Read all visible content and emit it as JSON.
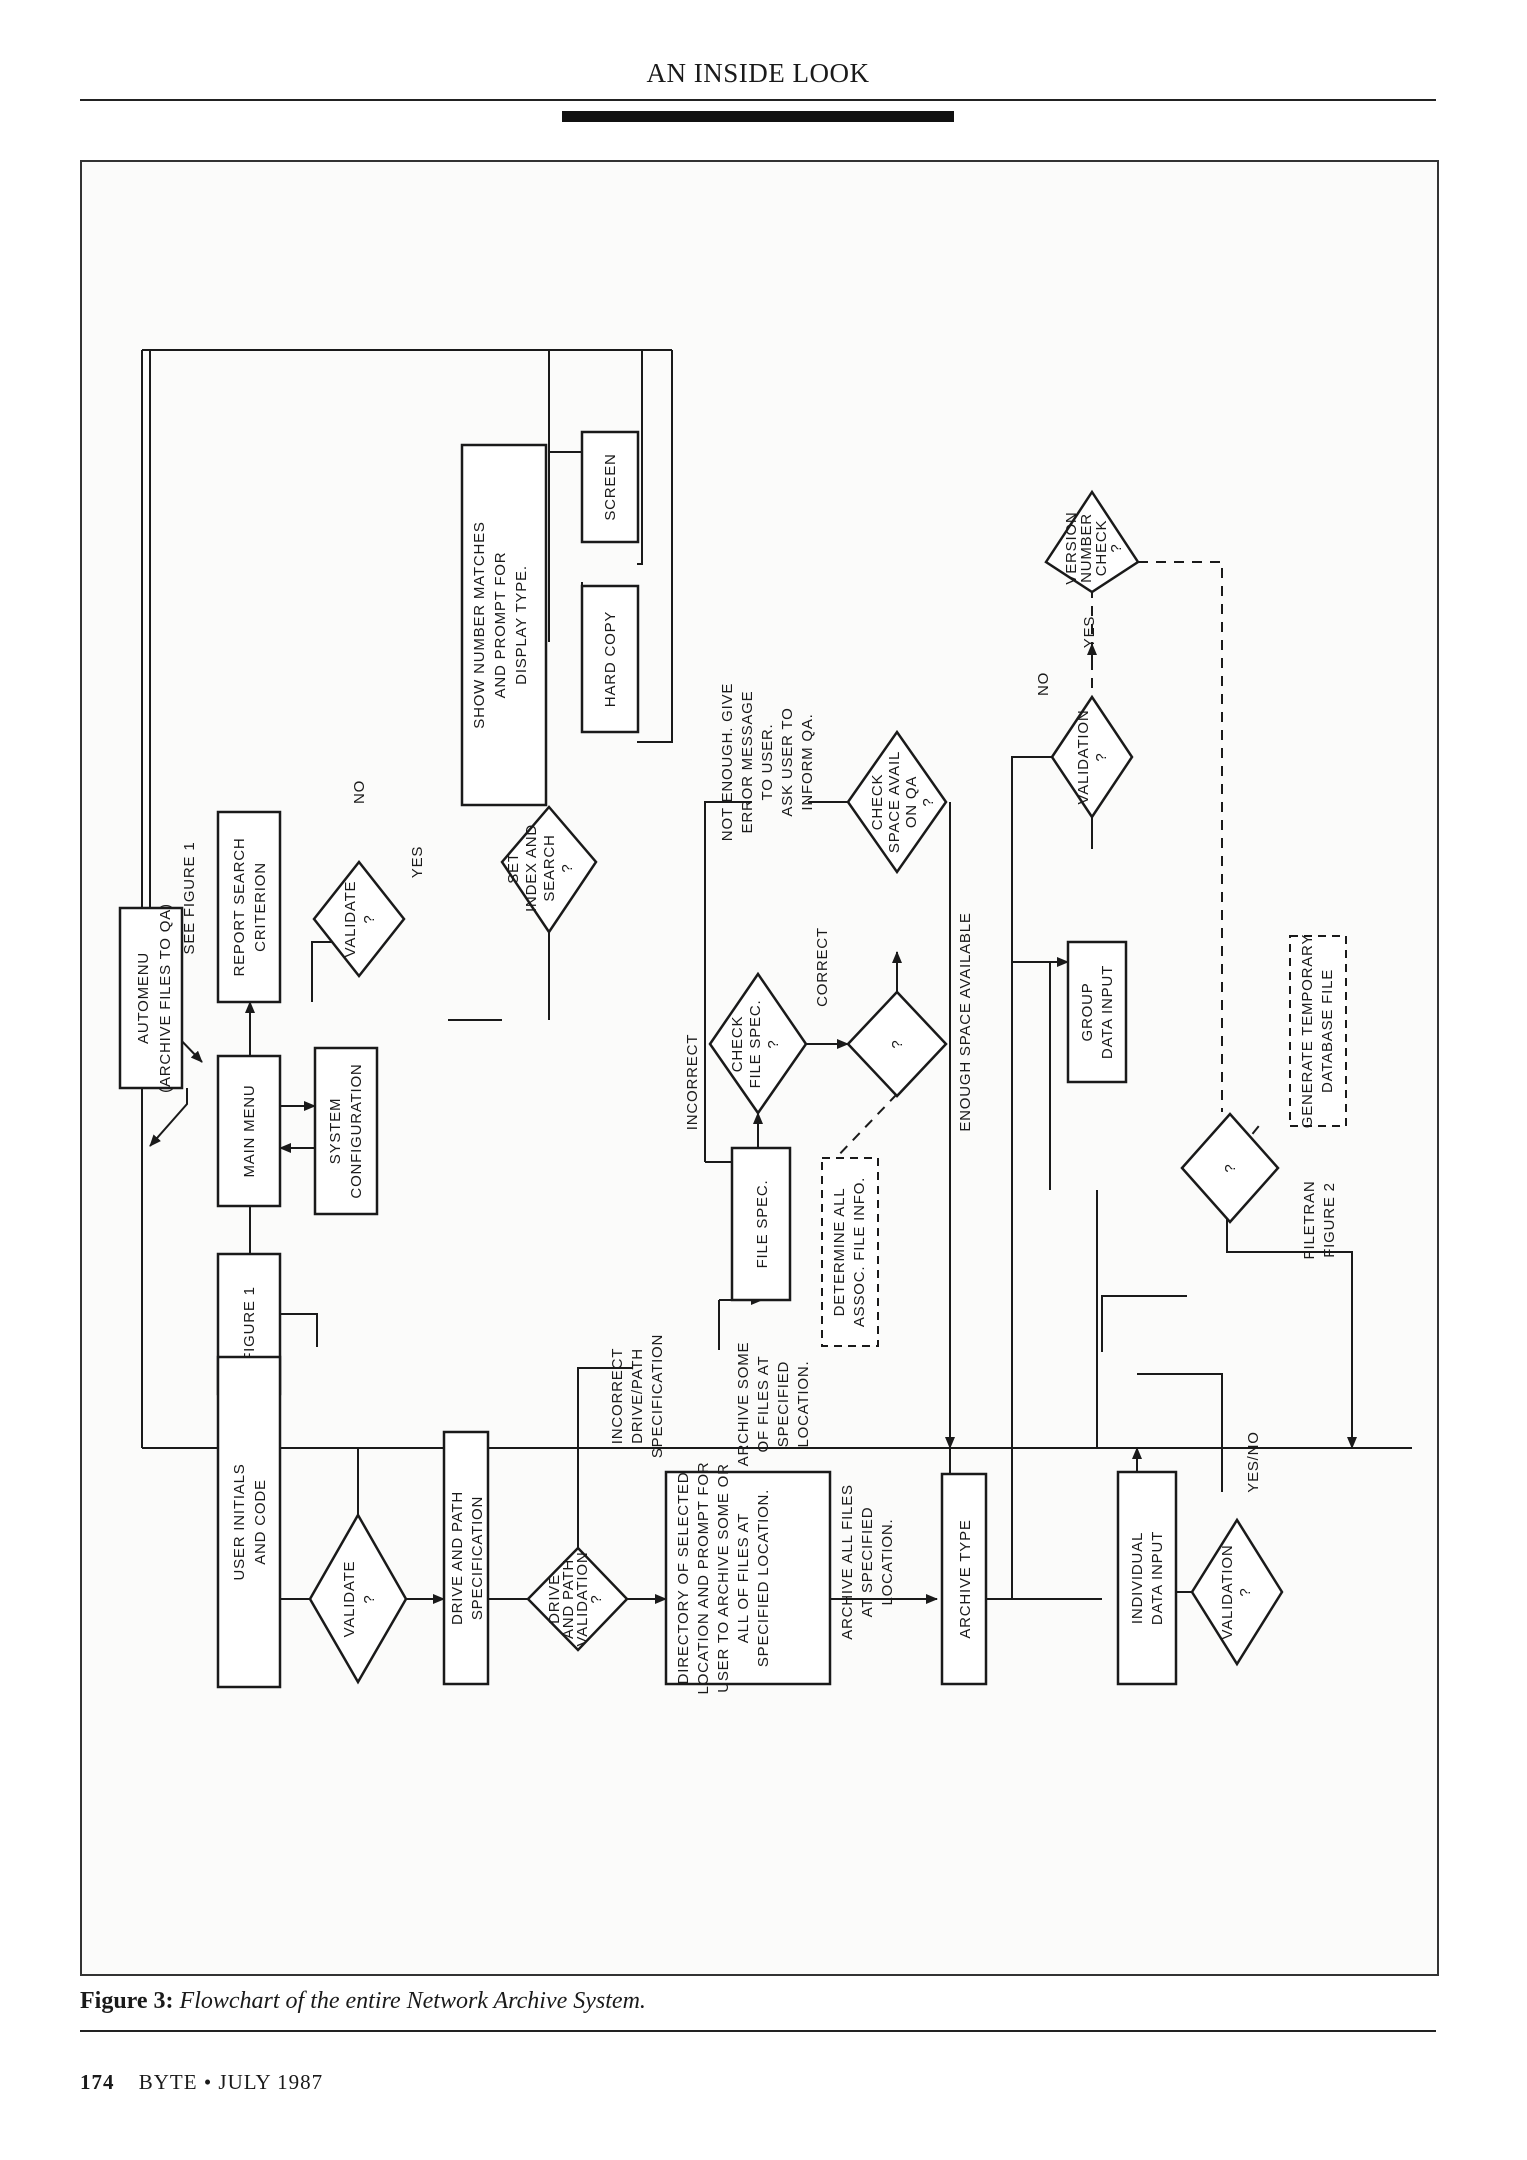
{
  "header": {
    "title": "AN INSIDE LOOK"
  },
  "caption": {
    "label": "Figure 3:",
    "text": "Flowchart of the entire Network Archive System."
  },
  "footer": {
    "page": "174",
    "magazine": "BYTE • JULY 1987"
  },
  "flowchart": {
    "nodes": {
      "automenu": [
        "AUTOMENU",
        "(ARCHIVE FILES TO QA)"
      ],
      "main_menu": [
        "MAIN MENU"
      ],
      "system_config": [
        "SYSTEM",
        "CONFIGURATION"
      ],
      "figure1_box": [
        "FIGURE 1"
      ],
      "report_search": [
        "REPORT SEARCH",
        "CRITERION"
      ],
      "validate_top": [
        "VALIDATE",
        "?"
      ],
      "set_index": [
        "SET",
        "INDEX AND",
        "SEARCH",
        "?"
      ],
      "show_number": [
        "SHOW NUMBER MATCHES",
        "AND PROMPT FOR",
        "DISPLAY TYPE."
      ],
      "hard_copy": [
        "HARD COPY"
      ],
      "screen": [
        "SCREEN"
      ],
      "user_initials": [
        "USER INITIALS",
        "AND CODE"
      ],
      "validate_left": [
        "VALIDATE",
        "?"
      ],
      "drive_path": [
        "DRIVE AND PATH",
        "SPECIFICATION"
      ],
      "drive_validation": [
        "DRIVE",
        "AND PATH",
        "VALIDATION",
        "?"
      ],
      "directory": [
        "DIRECTORY OF SELECTED",
        "LOCATION AND PROMPT FOR",
        "USER TO ARCHIVE SOME OR",
        "ALL OF FILES AT",
        "SPECIFIED LOCATION."
      ],
      "file_spec": [
        "FILE SPEC."
      ],
      "check_file_spec": [
        "CHECK",
        "FILE SPEC.",
        "?"
      ],
      "question_mid": [
        "?"
      ],
      "determine_all": [
        "DETERMINE ALL",
        "ASSOC. FILE INFO."
      ],
      "check_space": [
        "CHECK",
        "SPACE AVAIL",
        "ON QA",
        "?"
      ],
      "archive_type": [
        "ARCHIVE TYPE"
      ],
      "group_data": [
        "GROUP",
        "DATA INPUT"
      ],
      "validation_group": [
        "VALIDATION",
        "?"
      ],
      "version_check": [
        "VERSION",
        "NUMBER",
        "CHECK",
        "?"
      ],
      "generate_temp": [
        "GENERATE TEMPORARY",
        "DATABASE FILE"
      ],
      "question_right": [
        "?"
      ],
      "individual_data": [
        "INDIVIDUAL",
        "DATA INPUT"
      ],
      "validation_ind": [
        "VALIDATION",
        "?"
      ]
    },
    "labels": {
      "see_figure1": "SEE FIGURE 1",
      "no_top": "NO",
      "yes_top": "YES",
      "incorrect_drive": [
        "INCORRECT",
        "DRIVE/PATH",
        "SPECIFICATION"
      ],
      "archive_some": [
        "ARCHIVE SOME",
        "OF FILES AT",
        "SPECIFIED",
        "LOCATION."
      ],
      "incorrect": "INCORRECT",
      "correct": "CORRECT",
      "not_enough": [
        "NOT ENOUGH. GIVE",
        "ERROR MESSAGE",
        "TO USER.",
        "ASK USER TO",
        "INFORM QA."
      ],
      "enough_space": "ENOUGH SPACE AVAILABLE",
      "archive_all": [
        "ARCHIVE ALL FILES",
        "AT SPECIFIED",
        "LOCATION."
      ],
      "no_group": "NO",
      "yes_group": "YES",
      "filetran": [
        "FILETRAN",
        "FIGURE 2"
      ],
      "yes_no": "YES/NO"
    }
  }
}
